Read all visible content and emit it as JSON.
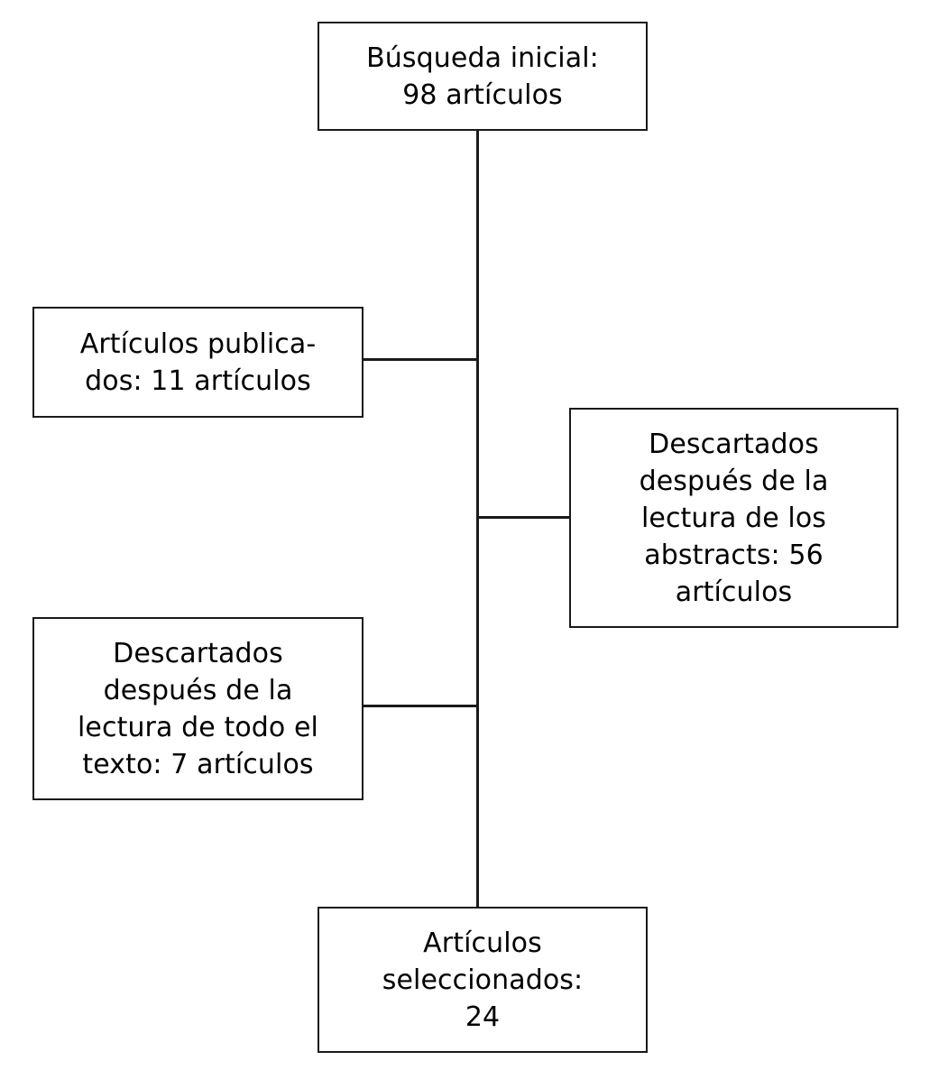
{
  "diagram": {
    "type": "flowchart",
    "language": "es",
    "orientation": "top-to-bottom",
    "background_color": "#ffffff",
    "line_color": "#1a1a1a",
    "text_color": "#000000",
    "nodes": [
      {
        "id": "initial",
        "label": "Búsqueda inicial:\n98 artículos",
        "count": 98,
        "lines": [
          "Búsqueda inicial:",
          "98 artículos"
        ]
      },
      {
        "id": "published",
        "label": "Artículos publica-\ndos: 11 artículos",
        "count": 11,
        "lines": [
          "Artículos publica-",
          "dos: 11 artículos"
        ]
      },
      {
        "id": "abstracts",
        "label": "Descartados\ndespués de la\nlectura de los\nabstracts: 56\nartículos",
        "count": 56,
        "lines": [
          "Descartados",
          "después de la",
          "lectura de los",
          "abstracts: 56",
          "artículos"
        ]
      },
      {
        "id": "fulltext",
        "label": "Descartados\ndespués de la\nlectura de todo el\ntexto: 7 artículos",
        "count": 7,
        "lines": [
          "Descartados",
          "después de la",
          "lectura de todo el",
          "texto: 7 artículos"
        ]
      },
      {
        "id": "selected",
        "label": "Artículos\nseleccionados:\n24",
        "count": 24,
        "lines": [
          "Artículos",
          "seleccionados:",
          "24"
        ]
      }
    ],
    "edges": [
      {
        "id": "trunk",
        "from": "initial",
        "to": "selected",
        "kind": "vertical"
      },
      {
        "id": "to-published",
        "from": "trunk",
        "to": "published",
        "kind": "horizontal"
      },
      {
        "id": "to-abstracts",
        "from": "trunk",
        "to": "abstracts",
        "kind": "horizontal"
      },
      {
        "id": "to-fulltext",
        "from": "trunk",
        "to": "fulltext",
        "kind": "horizontal"
      }
    ]
  }
}
